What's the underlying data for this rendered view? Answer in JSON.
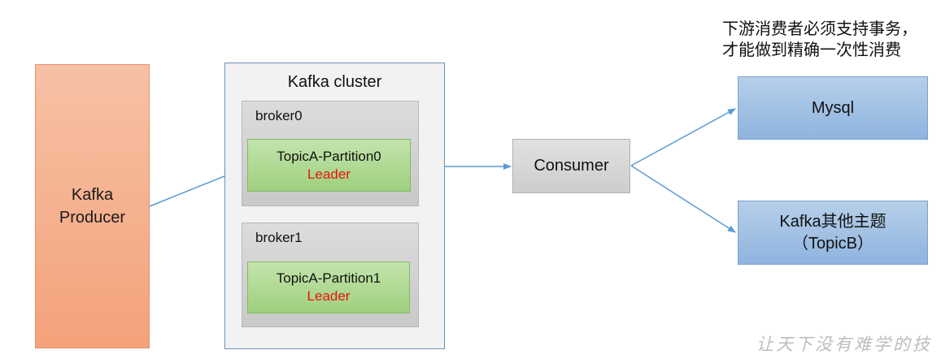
{
  "producer": {
    "label": "Kafka\nProducer"
  },
  "cluster": {
    "title": "Kafka cluster",
    "brokers": [
      {
        "label": "broker0",
        "partition": {
          "name": "TopicA-Partition0",
          "role": "Leader"
        }
      },
      {
        "label": "broker1",
        "partition": {
          "name": "TopicA-Partition1",
          "role": "Leader"
        }
      }
    ]
  },
  "consumer": {
    "label": "Consumer"
  },
  "targets": {
    "mysql": {
      "label": "Mysql"
    },
    "topicb": {
      "label": "Kafka其他主题",
      "sublabel": "（TopicB）"
    }
  },
  "note": {
    "line1": "下游消费者必须支持事务，",
    "line2": "才能做到精确一次性消费"
  },
  "watermark": {
    "text": "让天下没有难学的技"
  },
  "colors": {
    "arrow": "#5b9bd5",
    "leader": "#e8140c",
    "producer": "#f4a27b",
    "partition": "#9fd07e",
    "target": "#8fb4df"
  }
}
